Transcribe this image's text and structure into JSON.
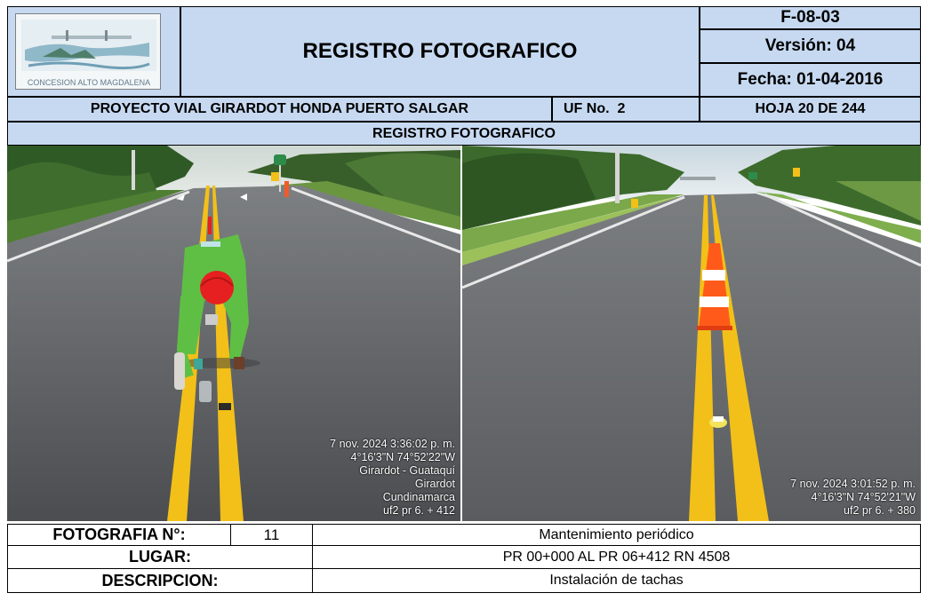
{
  "header": {
    "title": "REGISTRO FOTOGRAFICO",
    "code": "F-08-03",
    "version": "Versión: 04",
    "date": "Fecha: 01-04-2016",
    "logo_text": "CONCESION ALTO MAGDALENA"
  },
  "project": {
    "name": "PROYECTO VIAL GIRARDOT HONDA PUERTO SALGAR",
    "uf": "UF No.  2",
    "sheet": "HOJA 20 DE 244"
  },
  "section_title": "REGISTRO FOTOGRAFICO",
  "photos": [
    {
      "stamp": [
        "7 nov. 2024 3:36:02 p. m.",
        "4°16'3\"N 74°52'22\"W",
        "Girardot - Guataquí",
        "Girardot",
        "Cundinamarca",
        "uf2 pr 6. + 412"
      ]
    },
    {
      "stamp": [
        "7 nov. 2024 3:01:52 p. m.",
        "4°16'3\"N 74°52'21\"W",
        "uf2 pr 6. + 380"
      ]
    }
  ],
  "info": {
    "foto_label": "FOTOGRAFIA N°:",
    "foto_number": "11",
    "foto_activity": "Mantenimiento periódico",
    "lugar_label": "LUGAR:",
    "lugar_value": "PR 00+000 AL PR 06+412 RN 4508",
    "desc_label": "DESCRIPCION:",
    "desc_value": "Instalación de tachas"
  },
  "colors": {
    "header_fill": "#c6d9f1",
    "road_line": "#f2c018",
    "vest": "#5fbf45",
    "helmet": "#e62020",
    "cone": "#ff5a1a"
  }
}
